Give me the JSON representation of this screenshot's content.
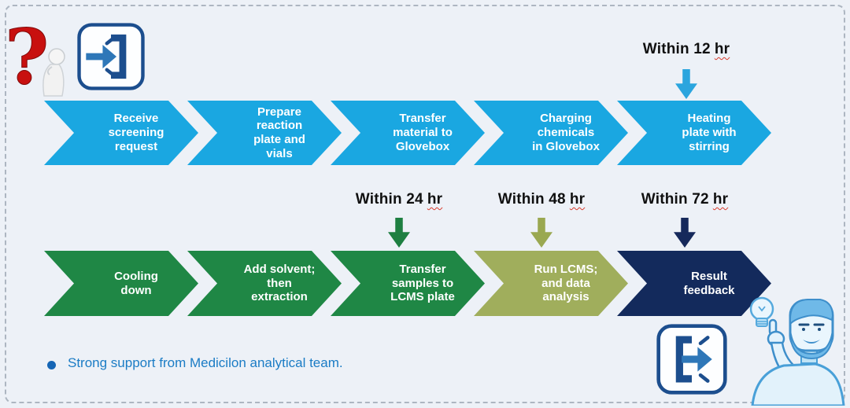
{
  "process": {
    "row1": [
      {
        "label": "Receive\nscreening\nrequest"
      },
      {
        "label": "Prepare\nreaction\nplate and\nvials"
      },
      {
        "label": "Transfer\nmaterial to\nGlovebox"
      },
      {
        "label": "Charging\nchemicals\nin Glovebox"
      },
      {
        "label": "Heating\nplate with\nstirring"
      }
    ],
    "row2": [
      {
        "label": "Cooling\ndown"
      },
      {
        "label": "Add solvent;\nthen\nextraction"
      },
      {
        "label": "Transfer\nsamples to\nLCMS plate"
      },
      {
        "label": "Run LCMS;\nand data\nanalysis"
      },
      {
        "label": "Result\nfeedback"
      }
    ]
  },
  "timings": [
    {
      "prefix": "Within 12",
      "unit": "hr"
    },
    {
      "prefix": "Within 24",
      "unit": "hr"
    },
    {
      "prefix": "Within 48",
      "unit": "hr"
    },
    {
      "prefix": "Within 72",
      "unit": "hr"
    }
  ],
  "footnote": "Strong support from Medicilon analytical team.",
  "icons": {
    "question_figure": "thinking-person-with-red-question-mark",
    "enter": "enter-door-arrow-icon",
    "exit": "exit-door-arrow-icon",
    "analyst": "analyst-with-lightbulb-idea"
  },
  "colors": {
    "background": "#EDF1F7",
    "chevron_blue": "#1AA7E1",
    "chevron_green": "#1F8745",
    "chevron_olive": "#A0AE5C",
    "chevron_navy": "#132A5C",
    "timing_text": "#101010",
    "spellcheck_underline": "#D93A2B",
    "footnote_text": "#1B7CC5",
    "icon_navy": "#1C4E8E",
    "icon_blue": "#2E77B8",
    "illustration_blue": "#6FB9E8",
    "question_red": "#C8100F"
  }
}
